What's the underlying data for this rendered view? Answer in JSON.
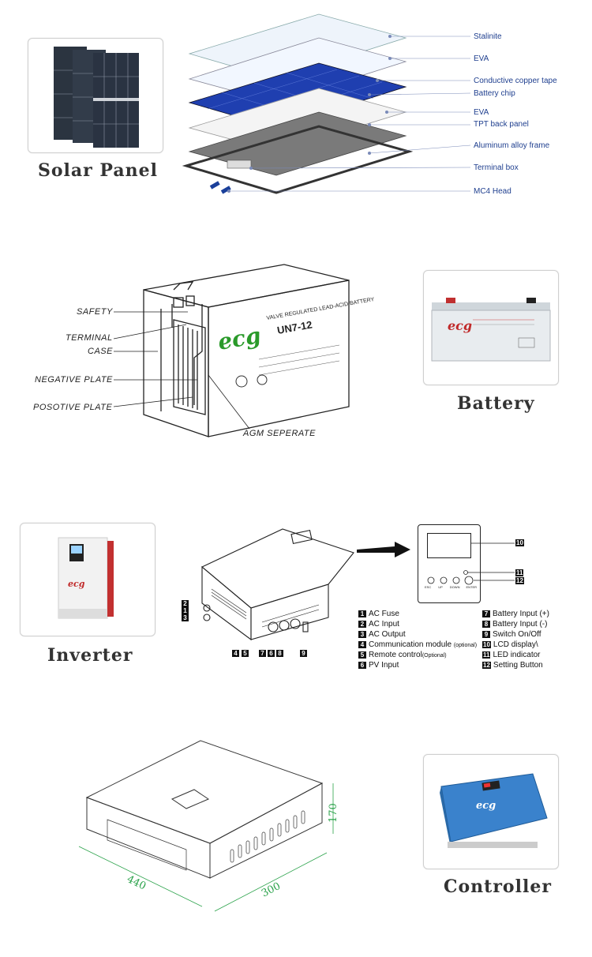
{
  "solar": {
    "title": "Solar Panel",
    "layers": [
      "Stalinite",
      "EVA",
      "Conductive copper tape",
      "Battery chip",
      "EVA",
      "TPT back panel",
      "Aluminum alloy frame",
      "Terminal box",
      "MC4 Head"
    ]
  },
  "battery": {
    "title": "Battery",
    "labels": [
      "SAFETY",
      "TERMINAL",
      "CASE",
      "NEGATIVE PLATE",
      "POSOTIVE PLATE",
      "AGM SEPERATE"
    ],
    "model": "UN7-12",
    "brand_logo": "ecg"
  },
  "inverter": {
    "title": "Inverter",
    "legend_left": [
      {
        "n": "1",
        "text": "AC Fuse",
        "note": ""
      },
      {
        "n": "2",
        "text": "AC Input",
        "note": ""
      },
      {
        "n": "3",
        "text": "AC Output",
        "note": ""
      },
      {
        "n": "4",
        "text": "Communication module",
        "note": "(optional)"
      },
      {
        "n": "5",
        "text": "Remote control",
        "note": "(Optional)"
      },
      {
        "n": "6",
        "text": "PV Input",
        "note": ""
      }
    ],
    "legend_right": [
      {
        "n": "7",
        "text": "Battery Input (+)"
      },
      {
        "n": "8",
        "text": "Battery Input (-)"
      },
      {
        "n": "9",
        "text": "Switch On/Off"
      },
      {
        "n": "10",
        "text": "LCD display\\"
      },
      {
        "n": "11",
        "text": "LED indicator"
      },
      {
        "n": "12",
        "text": "Setting Button"
      }
    ],
    "buttons": [
      "ESC",
      "UP",
      "DOWN",
      "ENTER"
    ]
  },
  "controller": {
    "title": "Controller",
    "dim_width": "440",
    "dim_depth": "300",
    "dim_height": "170"
  },
  "colors": {
    "callout": "#1f3f8f",
    "title": "#333333",
    "panel_blue": "#1f3fb0",
    "controller_blue": "#3a82cc"
  }
}
